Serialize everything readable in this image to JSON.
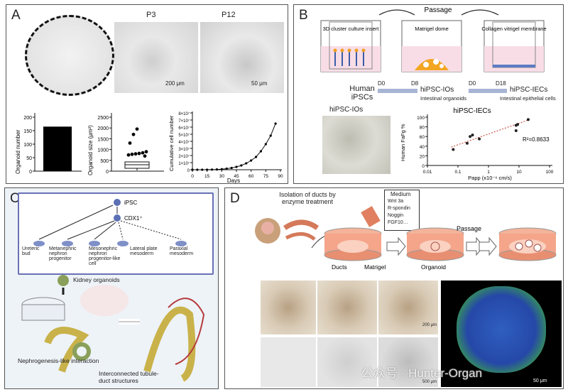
{
  "panels": {
    "a": {
      "label": "A",
      "col_p3": "P3",
      "col_p12": "P12",
      "scale1": "200 μm",
      "scale2": "50 μm",
      "bar_ylabel": "Organoid number",
      "bar_yticks": [
        "0",
        "50",
        "100",
        "150",
        "200"
      ],
      "box_ylabel": "Organoid size (μm²)",
      "box_yticks": [
        "0",
        "500",
        "1000",
        "1500",
        "2000",
        "2500"
      ],
      "growth_ylabel": "Cumulative cell number",
      "growth_yticks": [
        "0",
        "1×10⁷",
        "2×10⁷",
        "3×10⁷",
        "4×10⁷",
        "5×10⁷",
        "6×10⁷",
        "7×10⁷",
        "8×10⁷"
      ],
      "growth_xticks": [
        "0",
        "15",
        "30",
        "45",
        "60",
        "75",
        "90"
      ],
      "growth_xlabel": "Days"
    },
    "b": {
      "label": "B",
      "passage": "Passage",
      "insert": "3D cluster culture insert",
      "dome": "Matrigel dome",
      "membrane": "Collagen vitrigel membrane",
      "human_ipscs": "Human iPSCs",
      "d0a": "D0",
      "d8": "D8",
      "ios": "hiPSC-IOs",
      "ios_sub": "Intestinal organoids",
      "d0b": "D0",
      "d18": "D18",
      "iecs": "hiPSC-IECs",
      "iecs_sub": "Intestinal epithelial cells",
      "photo_title": "hiPSC-IOs",
      "plot_title": "hiPSC-IECs",
      "r2": "R²=0.8633",
      "ylabel": "Human FaFg %",
      "xlabel": "Papp (x10⁻⁶ cm/s)",
      "xticks": [
        "0.01",
        "0.1",
        "1",
        "10",
        "100"
      ],
      "yticks": [
        "0",
        "20",
        "40",
        "60",
        "80",
        "100"
      ]
    },
    "c": {
      "label": "C",
      "ipsc": "iPSC",
      "cdx1": "CDX1⁺",
      "ureteric": "Ureteric bud",
      "metanephric": "Metanephric nephron progenitor",
      "mesonephric": "Mesonephric nephron progenitor-like cell",
      "lateral": "Lateral plate mesoderm",
      "paraxial": "Paraxial mesoderm",
      "kidney": "Kidney organoids",
      "nephrogenesis": "Nephrogenesis-like interaction",
      "interconnected": "Interconnected tubule-duct structures"
    },
    "d": {
      "label": "D",
      "isolation": "Isolation of ducts by enzyme treatment",
      "medium_title": "Medium",
      "medium_items": [
        "Wnt 3a",
        "R-spondin",
        "Noggin",
        "FGF10…"
      ],
      "passage": "Passage",
      "ducts": "Ducts",
      "matrigel": "Matrigel",
      "organoid": "Organoid",
      "scale1": "200 μm",
      "scale2": "500 μm",
      "scale3": "50 μm",
      "watermark": "公众号 · Hunter-Organ"
    }
  },
  "chart_data": [
    {
      "type": "bar",
      "categories": [
        ""
      ],
      "values": [
        165
      ],
      "ylabel": "Organoid number",
      "ylim": [
        0,
        200
      ]
    },
    {
      "type": "scatter",
      "ylabel": "Organoid size (μm²)",
      "ylim": [
        0,
        2500
      ],
      "x": [
        1,
        1,
        1,
        1,
        1,
        1,
        1,
        1,
        1,
        1,
        1,
        1,
        1,
        1,
        1
      ],
      "y": [
        100,
        200,
        300,
        450,
        600,
        700,
        750,
        780,
        800,
        820,
        850,
        900,
        1300,
        1700,
        1950
      ]
    },
    {
      "type": "line",
      "xlabel": "Days",
      "ylabel": "Cumulative cell number",
      "ylim": [
        0,
        80000000
      ],
      "x": [
        0,
        5,
        10,
        15,
        20,
        25,
        30,
        35,
        40,
        45,
        50,
        55,
        60,
        65,
        70,
        75,
        80,
        85
      ],
      "y": [
        0,
        10000,
        30000,
        80000,
        200000,
        400000,
        800000,
        1500000,
        2500000,
        4000000,
        6000000,
        9000000,
        13000000,
        18000000,
        26000000,
        36000000,
        48000000,
        65000000
      ]
    },
    {
      "type": "scatter",
      "title": "hiPSC-IECs",
      "xlabel": "Papp (x10⁻⁶ cm/s)",
      "ylabel": "Human FaFg %",
      "x": [
        0.07,
        0.2,
        0.25,
        0.3,
        0.5,
        8,
        8,
        9,
        20
      ],
      "y": [
        33,
        46,
        60,
        63,
        55,
        72,
        83,
        85,
        95
      ],
      "r2": "R²=0.8633"
    }
  ]
}
